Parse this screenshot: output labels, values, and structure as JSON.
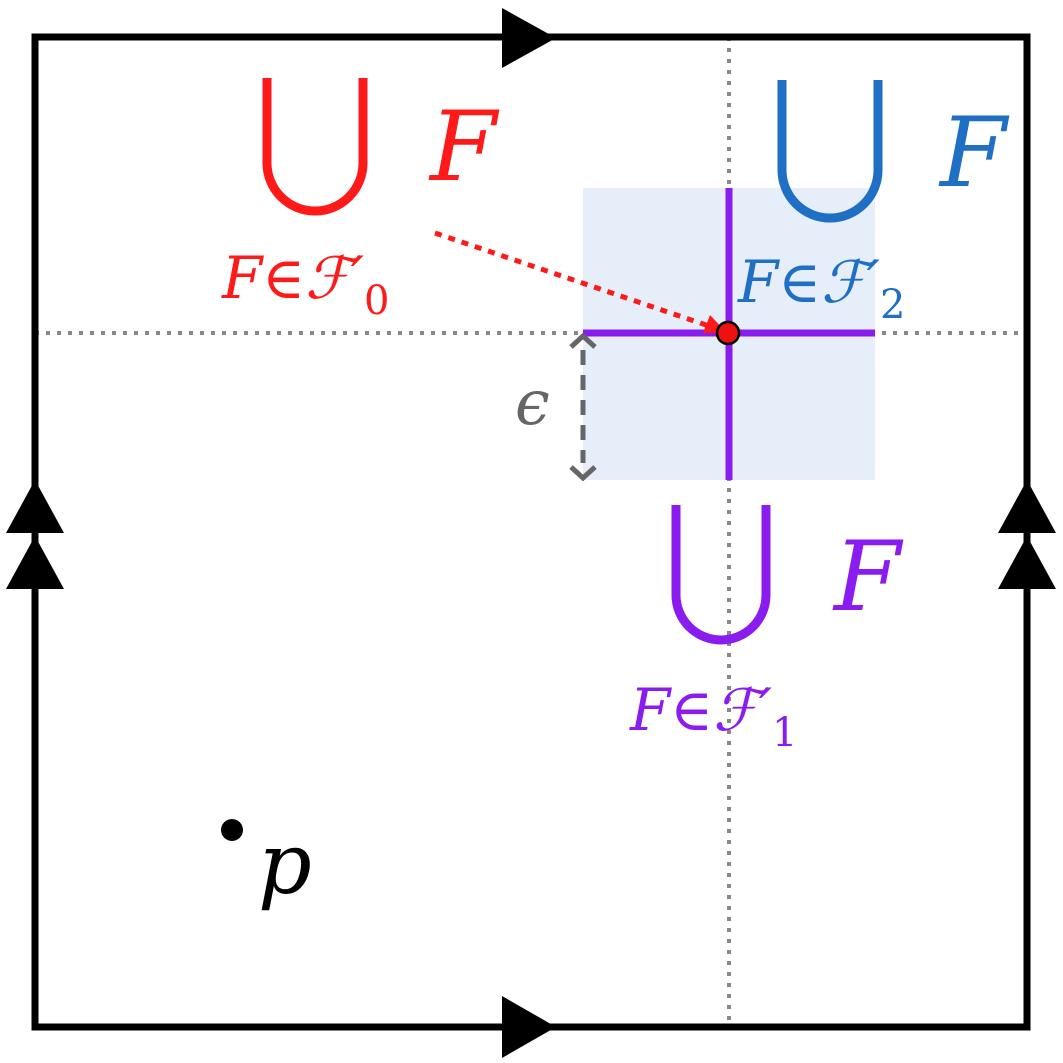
{
  "colors": {
    "red": "#ff1a1a",
    "blue": "#1f6fc4",
    "purple": "#8a1cf0",
    "black": "#000000",
    "gray": "#888888",
    "dark_gray": "#666666",
    "square_fill": "#e6eef9",
    "dot_fill": "#ee1111"
  },
  "labels": {
    "red_union": "⋃",
    "red_F": "F",
    "red_caption_main": "F∈ℱ′",
    "red_caption_sub": "0",
    "blue_F": "F",
    "blue_caption_main": "F∈ℱ′",
    "blue_caption_sub": "2",
    "purple_F": "F",
    "purple_caption_main": "F∈ℱ′",
    "purple_caption_sub": "1",
    "epsilon": "ϵ",
    "point_label": "p"
  }
}
